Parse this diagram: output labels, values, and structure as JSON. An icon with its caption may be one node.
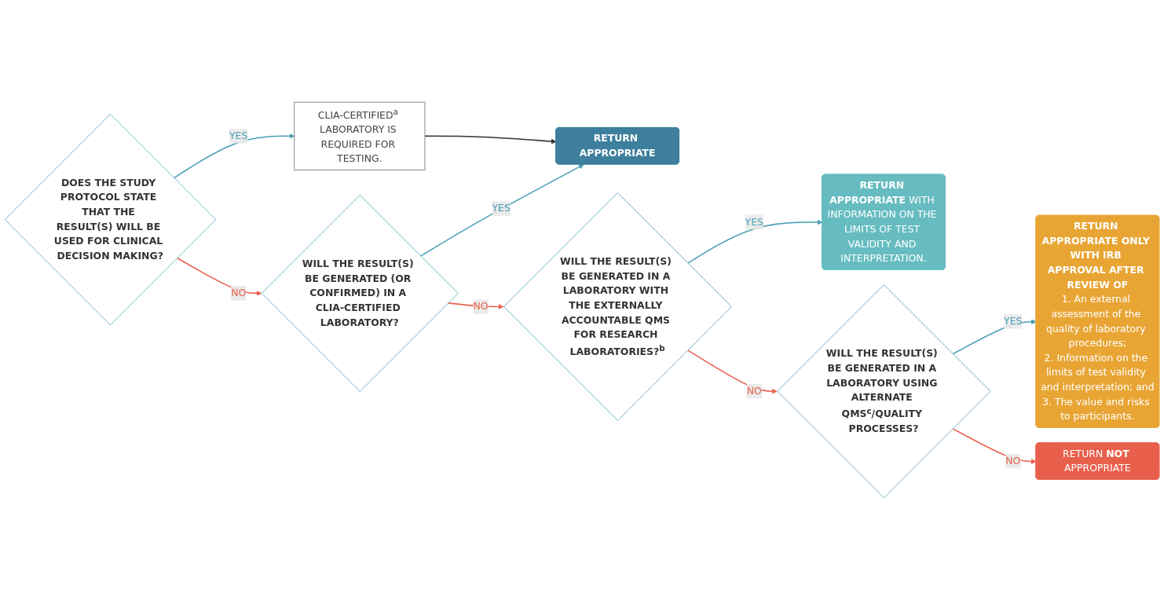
{
  "diagram": {
    "nodes": [
      {
        "text": [
          "DOES THE STUDY PROTOCOL STATE THAT THE RESULT(S) WILL BE USED FOR CLINICAL DECISION MAKING?"
        ]
      },
      {
        "text": [
          "CLIA-CERTIFIED$^{a}$ LABORATORY IS REQUIRED FOR TESTING."
        ]
      },
      {
        "text": [
          "WILL THE RESULT(S) BE GENERATED (OR CONFIRMED) IN A CLIA-CERTIFIED LABORATORY?"
        ]
      },
      {
        "text": [
          "WILL THE RESULT(S) BE GENERATED IN A LABORATORY WITH THE EXTERNALLY ACCOUNTABLE QMS FOR RESEARCH LABORATORIES?$^{b}$"
        ]
      },
      {
        "text": [
          "WILL THE RESULT(S) BE GENERATED IN A LABORATORY USING ALTERNATE QMS$^{c}$/QUALITY PROCESSES?"
        ]
      },
      {
        "text": [
          "RETURN APPROPRIATE"
        ]
      },
      {
        "text": [
          "**RETURN APPROPRIATE** WITH INFORMATION ON THE LIMITS OF TEST VALIDITY AND INTERPRETATION."
        ]
      },
      {
        "text": [
          "RETURN APPROPRIATE ONLY WITH IRB APPROVAL AFTER REVIEW OF",
          "1. An external assessment of the quality of laboratory procedures;",
          "2. Information on the limits of test validity and interpretation; and",
          "3. The value and risks to participants."
        ]
      },
      {
        "text": [
          "RETURN **NOT** APPROPRIATE"
        ]
      }
    ],
    "edges": [
      {
        "from": 0,
        "to": 1,
        "arrow": "to",
        "label": "YES",
        "color": "#4a9fb5"
      },
      {
        "from": 0,
        "to": 2,
        "arrow": "to",
        "label": "NO",
        "color": "#e8604c"
      },
      {
        "from": 1,
        "to": 5,
        "arrow": "to",
        "color": "#333333"
      },
      {
        "from": 2,
        "to": 5,
        "arrow": "to",
        "label": "YES",
        "color": "#4a9fb5"
      },
      {
        "from": 2,
        "to": 3,
        "arrow": "to",
        "label": "NO",
        "color": "#e8604c"
      },
      {
        "from": 3,
        "to": 6,
        "arrow": "to",
        "label": "YES",
        "color": "#4a9fb5"
      },
      {
        "from": 3,
        "to": 4,
        "arrow": "to",
        "label": "NO",
        "color": "#e8604c"
      },
      {
        "from": 4,
        "to": 7,
        "arrow": "to",
        "label": "YES",
        "color": "#4a9fb5"
      },
      {
        "from": 4,
        "to": 8,
        "arrow": "to",
        "label": "NO",
        "color": "#e8604c"
      }
    ]
  }
}
